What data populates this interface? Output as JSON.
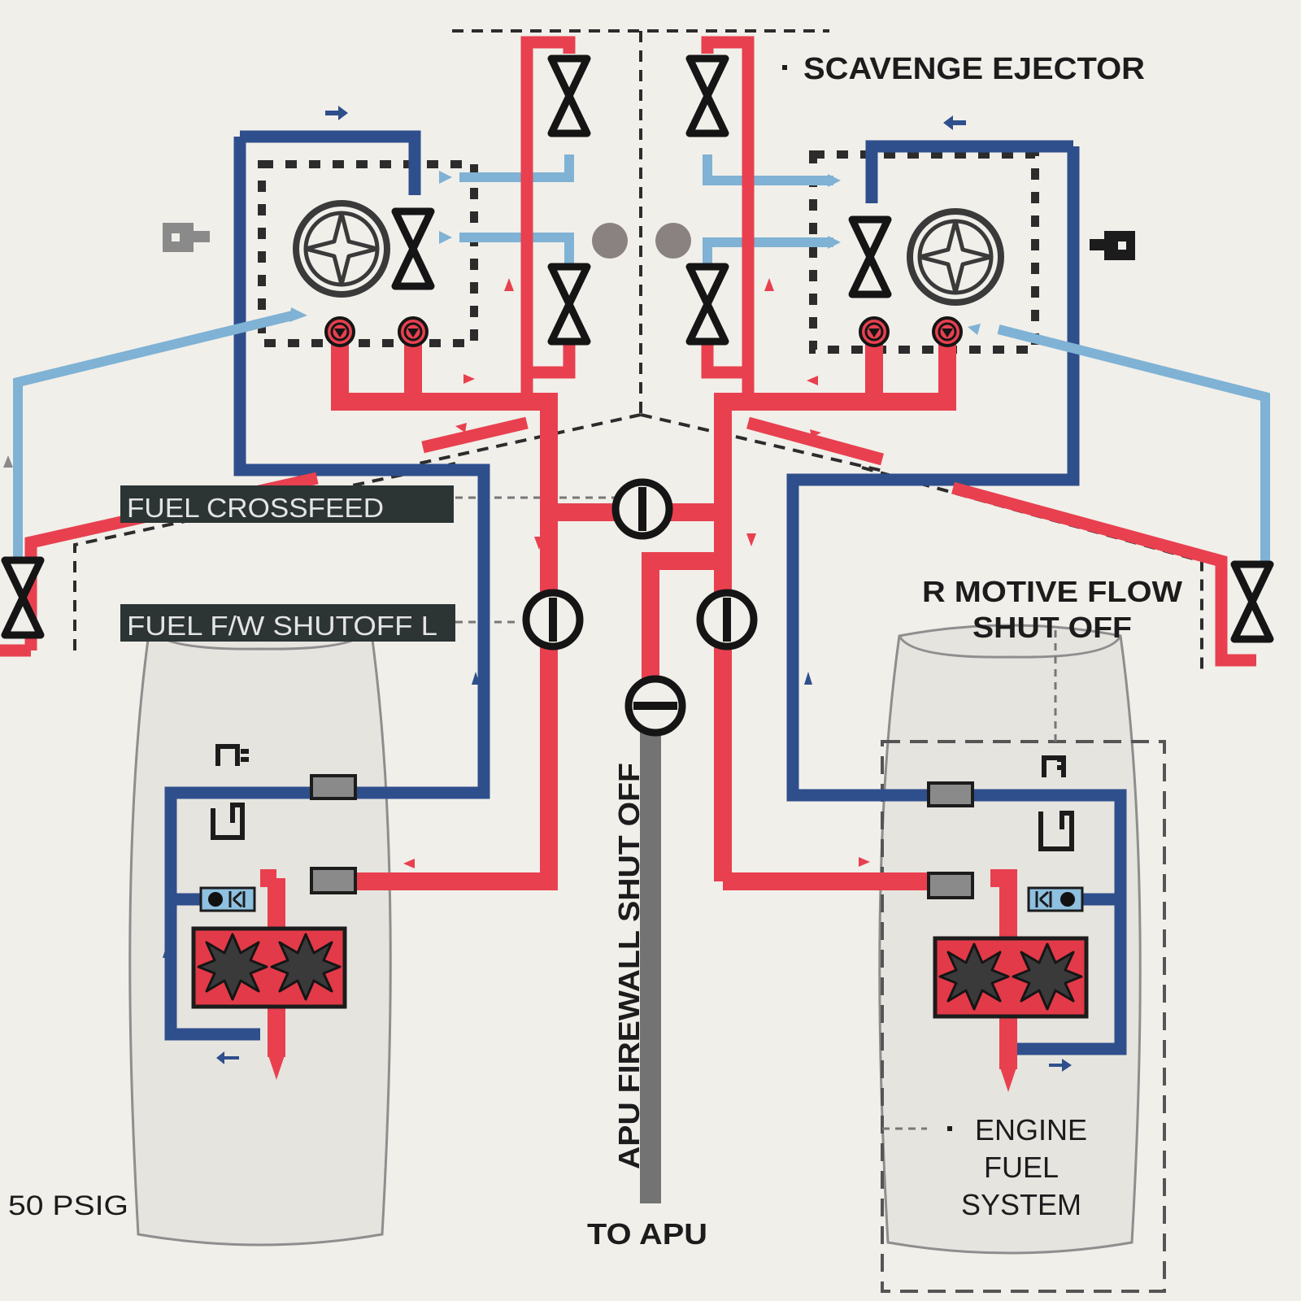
{
  "labels": {
    "scavenge_ejector": "SCAVENGE EJECTOR",
    "fuel_crossfeed": "FUEL CROSSFEED",
    "fuel_fw_shutoff": "FUEL F/W SHUTOFF  L",
    "r_motive_flow_1": "R MOTIVE FLOW",
    "r_motive_flow_2": "SHUT OFF",
    "apu_firewall": "APU FIREWALL SHUT OFF",
    "to_apu": "TO APU",
    "engine_fuel_1": "ENGINE",
    "engine_fuel_2": "FUEL",
    "engine_fuel_3": "SYSTEM",
    "psig": "50 PSIG"
  },
  "colors": {
    "background": "#f1efea",
    "motive_flow_red": "#e8404f",
    "return_line_blue": "#2f4f8c",
    "scavenge_light_blue": "#7fb2d4",
    "apu_line_gray": "#737373",
    "label_box_dark": "#2c3434",
    "pump_fill_red": "#e23a48"
  },
  "icons": [
    "pump-icon",
    "valve-icon",
    "shutoff-valve-icon",
    "check-valve-icon",
    "heat-exchanger-icon",
    "flow-arrow-icon",
    "pressure-switch-icon",
    "ejector-icon"
  ]
}
